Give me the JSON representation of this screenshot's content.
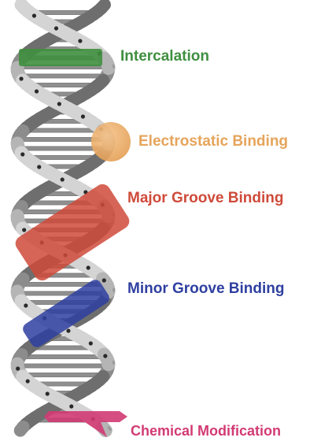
{
  "labels": {
    "intercalation": "Intercalation",
    "electrostatic": "Electrostatic Binding",
    "major_groove": "Major Groove Binding",
    "minor_groove": "Minor Groove Binding",
    "chemical": "Chemical Modification"
  },
  "colors": {
    "intercalation": "#3f8f3f",
    "electrostatic": "#e6a45a",
    "major_groove": "#cf4a3a",
    "minor_groove": "#2e3fa0",
    "chemical": "#d23a73",
    "backbone_light": "#d4d4d4",
    "backbone_dark": "#6e6e6e",
    "base_pair": "#8f8f8f",
    "phosphate": "#2a2a2a"
  }
}
